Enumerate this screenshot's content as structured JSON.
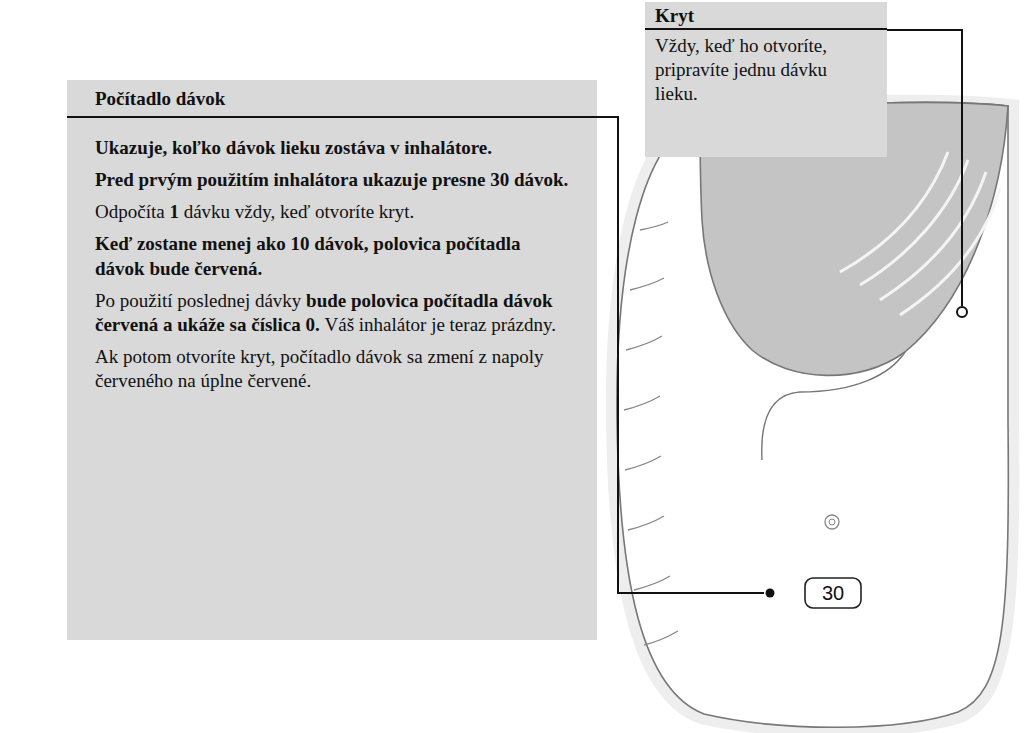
{
  "diagram": {
    "nodes": [
      {
        "text": [
          "Počítadlo dávok",
          "Ukazuje, koľko dávok lieku zostáva v inhalátore.",
          "Pred prvým použitím inhalátora ukazuje presne 30 dávok.",
          "Odpočíta",
          "1",
          "dávku vždy, keď otvoríte kryt.",
          "Keď zostane menej ako 10 dávok, polovica počítadla dávok bude červená.",
          "Po použití poslednej dávky",
          "bude polovica počítadla dávok červená a ukáže sa číslica 0.",
          "Váš inhalátor je teraz prázdny.",
          "Ak potom otvoríte kryt, počítadlo dávok sa zmení z napoly červeného na úplne červené."
        ]
      },
      {
        "text": [
          "Kryt",
          "Vždy, keď ho otvoríte, pripravíte jednu dávku lieku."
        ]
      }
    ],
    "labels": [
      "30"
    ]
  }
}
